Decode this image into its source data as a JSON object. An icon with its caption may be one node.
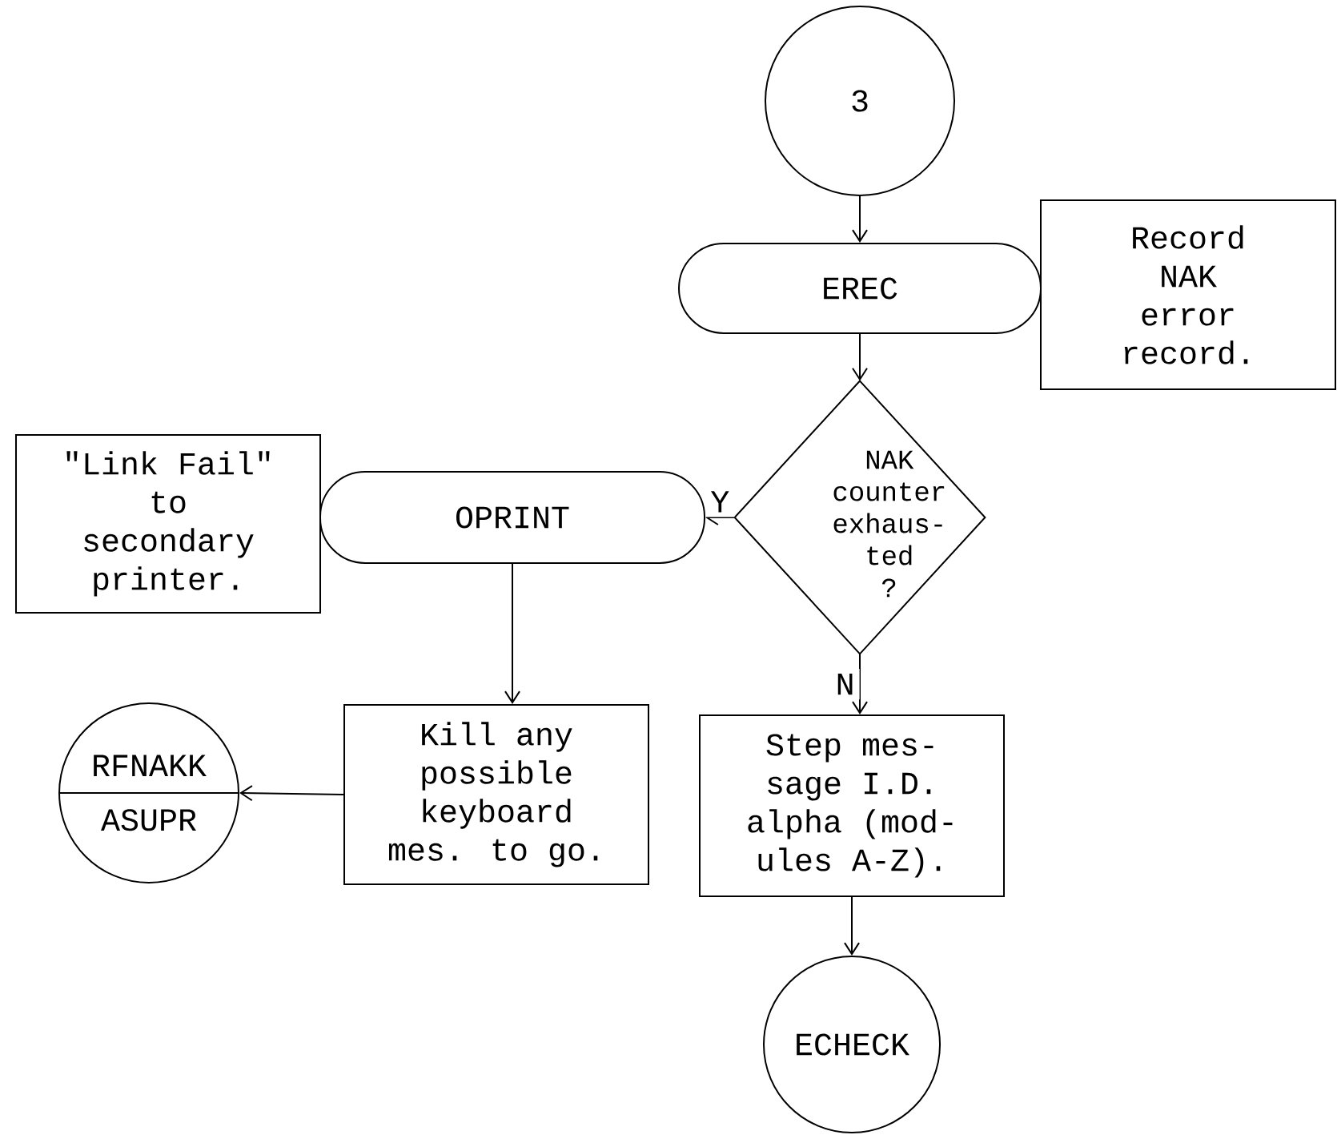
{
  "diagram": {
    "nodes": [
      {
        "text": [
          "3"
        ]
      },
      {
        "text": [
          "EREC"
        ]
      },
      {
        "text": [
          "Record NAK error record."
        ]
      },
      {
        "text": [
          "NAK counter exhaus- ted ?"
        ]
      },
      {
        "text": [
          "OPRINT"
        ]
      },
      {
        "text": [
          "\"Link Fail\" to secondary printer."
        ]
      },
      {
        "text": [
          "Kill any possible keyboard mes. to go."
        ]
      },
      {
        "text": [
          "RFNAKK",
          "ASUPR"
        ]
      },
      {
        "text": [
          "Step mes- sage I.D. alpha (mod- ules A-Z)."
        ]
      },
      {
        "text": [
          "ECHECK"
        ]
      }
    ],
    "edges": [
      {
        "from": 0,
        "to": 1,
        "arrow": "to"
      },
      {
        "from": 1,
        "to": 3,
        "arrow": "to"
      },
      {
        "from": 3,
        "to": 4,
        "arrow": "to",
        "label": "Y"
      },
      {
        "from": 3,
        "to": 8,
        "arrow": "to",
        "label": "N"
      },
      {
        "from": 4,
        "to": 6,
        "arrow": "to"
      },
      {
        "from": 6,
        "to": 7,
        "arrow": "to"
      },
      {
        "from": 8,
        "to": 9,
        "arrow": "to"
      }
    ]
  }
}
